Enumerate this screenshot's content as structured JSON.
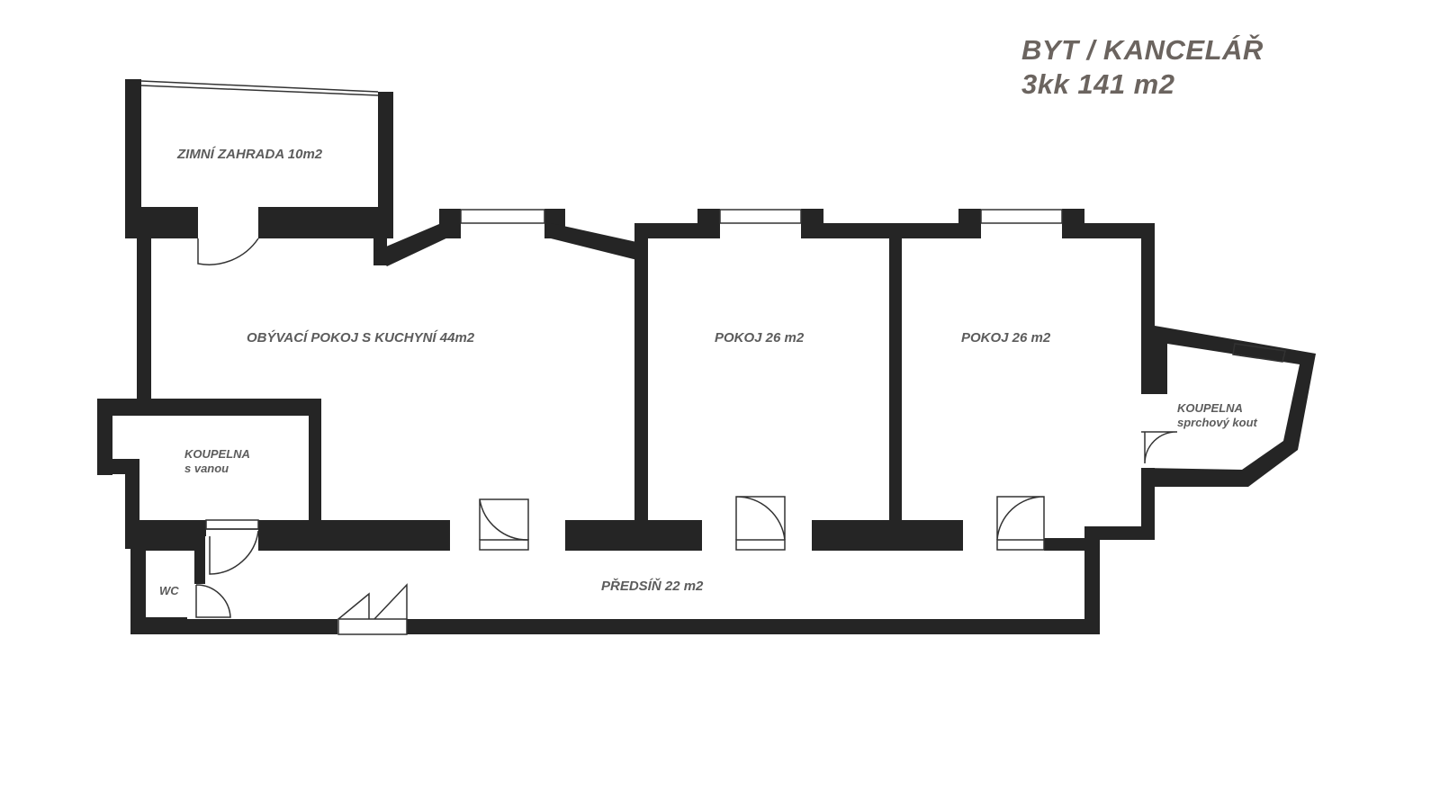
{
  "title": {
    "line1": "BYT / KANCELÁŘ",
    "line2": "3kk 141 m2"
  },
  "rooms": {
    "winter_garden": "ZIMNÍ ZAHRADA  10m2",
    "living_room": "OBÝVACÍ POKOJ S KUCHYNÍ   44m2",
    "room1": "POKOJ 26 m2",
    "room2": "POKOJ   26 m2",
    "bathroom_tub_1": "KOUPELNA",
    "bathroom_tub_2": "s vanou",
    "bathroom_shower_1": "KOUPELNA",
    "bathroom_shower_2": "sprchový kout",
    "wc": "WC",
    "hallway": "PŘEDSÍŇ 22 m2"
  },
  "colors": {
    "wall": "#252525",
    "text": "#5c5c5c",
    "title": "#6b645f"
  }
}
